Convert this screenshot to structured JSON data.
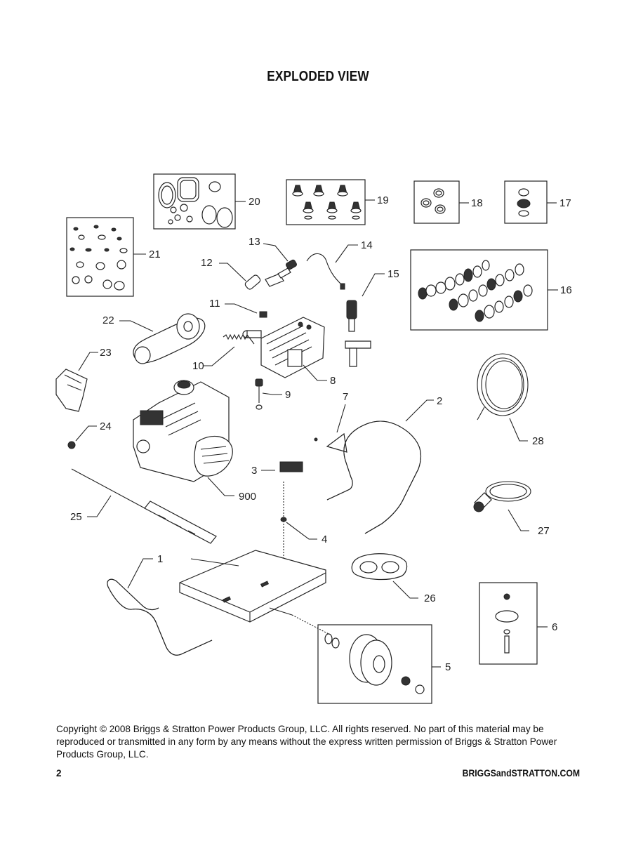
{
  "page": {
    "title": "EXPLODED VIEW",
    "copyright": "Copyright © 2008 Briggs & Stratton Power Products Group, LLC.  All rights reserved.  No part of this material may be reproduced or transmitted in any form by any means without the express written permission of Briggs & Stratton Power Products Group, LLC.",
    "page_number": "2",
    "website": "BRIGGSandSTRATTON.COM"
  },
  "callouts": [
    {
      "id": "c1",
      "label": "1"
    },
    {
      "id": "c2",
      "label": "2"
    },
    {
      "id": "c3",
      "label": "3"
    },
    {
      "id": "c4",
      "label": "4"
    },
    {
      "id": "c5",
      "label": "5"
    },
    {
      "id": "c6",
      "label": "6"
    },
    {
      "id": "c7",
      "label": "7"
    },
    {
      "id": "c8",
      "label": "8"
    },
    {
      "id": "c9",
      "label": "9"
    },
    {
      "id": "c10",
      "label": "10"
    },
    {
      "id": "c11",
      "label": "11"
    },
    {
      "id": "c12",
      "label": "12"
    },
    {
      "id": "c13",
      "label": "13"
    },
    {
      "id": "c14",
      "label": "14"
    },
    {
      "id": "c15",
      "label": "15"
    },
    {
      "id": "c16",
      "label": "16"
    },
    {
      "id": "c17",
      "label": "17"
    },
    {
      "id": "c18",
      "label": "18"
    },
    {
      "id": "c19",
      "label": "19"
    },
    {
      "id": "c20",
      "label": "20"
    },
    {
      "id": "c21",
      "label": "21"
    },
    {
      "id": "c22",
      "label": "22"
    },
    {
      "id": "c23",
      "label": "23"
    },
    {
      "id": "c24",
      "label": "24"
    },
    {
      "id": "c25",
      "label": "25"
    },
    {
      "id": "c26",
      "label": "26"
    },
    {
      "id": "c27",
      "label": "27"
    },
    {
      "id": "c28",
      "label": "28"
    },
    {
      "id": "c900",
      "label": "900"
    }
  ]
}
